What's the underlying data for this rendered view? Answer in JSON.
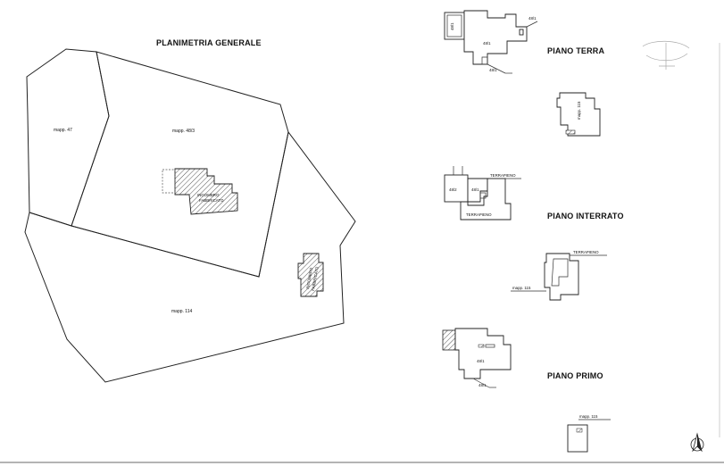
{
  "planimetria": {
    "title": "PLANIMETRIA GENERALE",
    "parcels": {
      "m47": "mapp. 47",
      "m48_3": "mapp. 48/3",
      "m114": "mapp. 114"
    },
    "buildings": {
      "b1_line1": "INGOMBRO",
      "b1_line2": "FABBRICATO",
      "b2_line1": "INGOMBRO",
      "b2_line2": "FABBRICATO"
    }
  },
  "floors": {
    "terra": {
      "title": "PIANO TERRA",
      "sub_48_1_a": "48/1",
      "sub_48_1_b": "48/1",
      "sub_48_1_c": "48/1",
      "sub_48_1_d": "48/1",
      "mapp_115": "mapp. 115"
    },
    "interrato": {
      "title": "PIANO INTERRATO",
      "terrapieno_top": "TERRAPIENO",
      "terrapieno_bottom": "TERRAPIENO",
      "sub_48_2": "48/2",
      "sub_48_1": "48/1",
      "terrapieno_right": "TERRAPIENO",
      "mapp_115": "mapp. 115"
    },
    "primo": {
      "title": "PIANO PRIMO",
      "sub_48_1_a": "48/1",
      "sub_48_1_b": "48/1",
      "mapp_115": "mapp. 115"
    }
  },
  "colors": {
    "ink": "#222222",
    "hatch": "#555555",
    "paper": "#ffffff"
  }
}
